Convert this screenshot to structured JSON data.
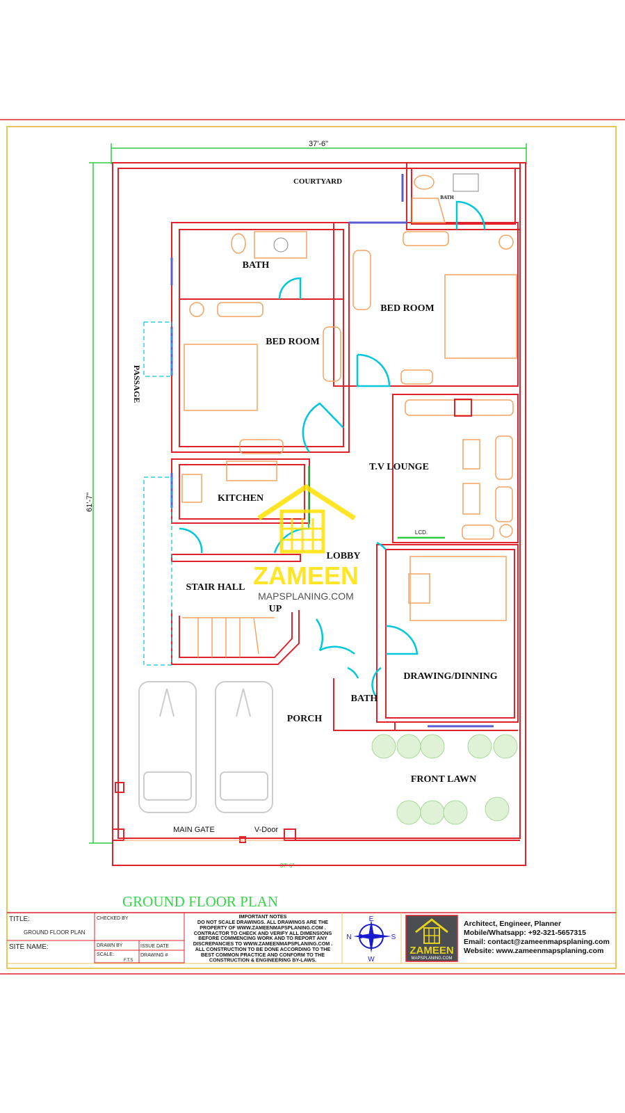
{
  "drawing": {
    "dimensions": {
      "width": "37'-6\"",
      "depth": "61'-7\"",
      "bottom_width": "37'-6\""
    },
    "rooms": {
      "courtyard": "COURTYARD",
      "bath_top_right": "BATH",
      "bath_left": "BATH",
      "bed_room_left": "BED  ROOM",
      "bed_room_right": "BED  ROOM",
      "passage": "PASSAGE",
      "tv_lounge": "T.V  LOUNGE",
      "lcd": "LCD.",
      "kitchen": "KITCHEN",
      "lobby": "LOBBY",
      "stair_hall": "STAIR  HALL",
      "up": "UP",
      "drawing_dinning": "DRAWING/DINNING",
      "bath_porch": "BATH",
      "porch": "PORCH",
      "front_lawn": "FRONT  LAWN",
      "main_gate": "MAIN GATE",
      "v_door": "V-Door"
    },
    "plan_title": "GROUND FLOOR PLAN",
    "watermark": {
      "brand": "ZAMEEN",
      "site": "MAPSPLANING.COM"
    }
  },
  "title_block": {
    "title_label": "TITLE:",
    "title_value": "GROUND FLOOR PLAN",
    "site_name_label": "SITE NAME:",
    "checked_by": "CHECKED BY",
    "drawn_by": "DRAWN BY",
    "issue_date": "ISSUE DATE",
    "scale_label": "SCALE:",
    "scale_value": "F.T.S",
    "drawing_no": "DRAWING #",
    "notes": [
      "IMPORTANT NOTES",
      "DO NOT SCALE DRAWINGS. ALL DRAWINGS ARE THE",
      "PROPERTY OF  WWW.ZAMEENMAPSPLANING.COM .",
      "CONTRACTOR TO CHECK AND VERIFY ALL DIMENSIONS",
      "BEFORE COMMENCING WORK AND TO REPORT ANY",
      "DISCREPANCIES TO WWW.ZAMEENMAPSPLANING.COM .",
      "ALL CONSTRUCTION TO BE DONE ACCORDING TO THE",
      "BEST COMMON PRACTICE AND CONFORM TO THE",
      "CONSTRUCTION & ENGINEERING BY-LAWS."
    ],
    "compass": {
      "n": "N",
      "e": "E",
      "s": "S",
      "w": "W"
    },
    "logo": {
      "brand": "ZAMEEN",
      "site": "MAPSPLANING.COM"
    },
    "contact": [
      "Architect, Engineer, Planner",
      "Mobile/Whatsapp: +92-321-5657315",
      "Email: contact@zameenmapsplaning.com",
      "Website: www.zameenmapsplaning.com"
    ]
  },
  "colors": {
    "wall": "#e0232b",
    "frame": "#e8c75a",
    "dimension": "#2ecc40",
    "door": "#00c8d8",
    "furniture": "#f4a460",
    "compass": "#1a1ad0"
  }
}
